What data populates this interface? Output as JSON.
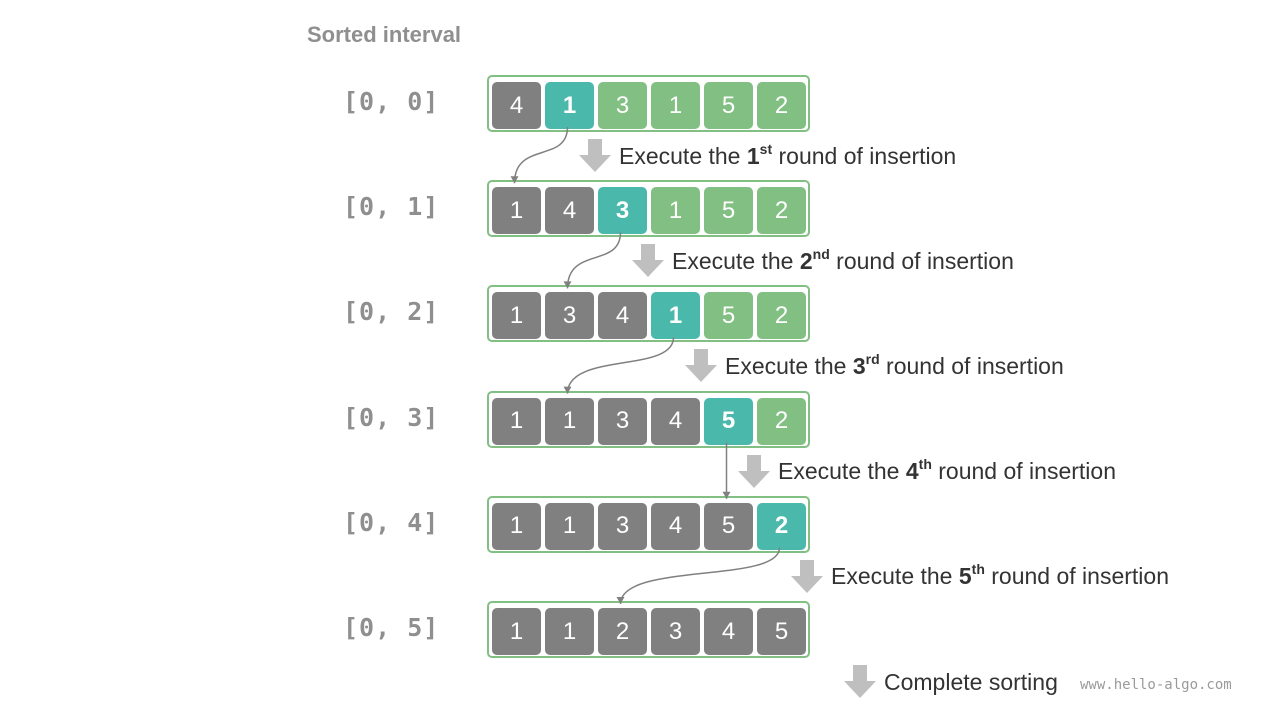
{
  "header": "Sorted interval",
  "watermark": "www.hello-algo.com",
  "colors": {
    "sorted": "#808080",
    "unsorted": "#82bf82",
    "current": "#4ab9ac",
    "frame": "#82bf82",
    "arrow": "#bfbfbf"
  },
  "rows": [
    {
      "label": "[0, 0]",
      "values": [
        "4",
        "1",
        "3",
        "1",
        "5",
        "2"
      ],
      "sorted_upto": 0,
      "current": 1
    },
    {
      "label": "[0, 1]",
      "values": [
        "1",
        "4",
        "3",
        "1",
        "5",
        "2"
      ],
      "sorted_upto": 1,
      "current": 2
    },
    {
      "label": "[0, 2]",
      "values": [
        "1",
        "3",
        "4",
        "1",
        "5",
        "2"
      ],
      "sorted_upto": 2,
      "current": 3
    },
    {
      "label": "[0, 3]",
      "values": [
        "1",
        "1",
        "3",
        "4",
        "5",
        "2"
      ],
      "sorted_upto": 3,
      "current": 4
    },
    {
      "label": "[0, 4]",
      "values": [
        "1",
        "1",
        "3",
        "4",
        "5",
        "2"
      ],
      "sorted_upto": 4,
      "current": 5
    },
    {
      "label": "[0, 5]",
      "values": [
        "1",
        "1",
        "2",
        "3",
        "4",
        "5"
      ],
      "sorted_upto": 5,
      "current": null
    }
  ],
  "steps": [
    {
      "pre": "Execute the ",
      "num": "1",
      "sup": "st",
      "post": " round of insertion"
    },
    {
      "pre": "Execute the ",
      "num": "2",
      "sup": "nd",
      "post": " round of insertion"
    },
    {
      "pre": "Execute the ",
      "num": "3",
      "sup": "rd",
      "post": " round of insertion"
    },
    {
      "pre": "Execute the ",
      "num": "4",
      "sup": "th",
      "post": " round of insertion"
    },
    {
      "pre": "Execute the ",
      "num": "5",
      "sup": "th",
      "post": " round of insertion"
    },
    {
      "pre": "Complete sorting",
      "num": "",
      "sup": "",
      "post": ""
    }
  ],
  "moves": [
    {
      "from": 1,
      "to": 0
    },
    {
      "from": 2,
      "to": 1
    },
    {
      "from": 3,
      "to": 1
    },
    {
      "from": 4,
      "to": 4
    },
    {
      "from": 5,
      "to": 2
    }
  ]
}
